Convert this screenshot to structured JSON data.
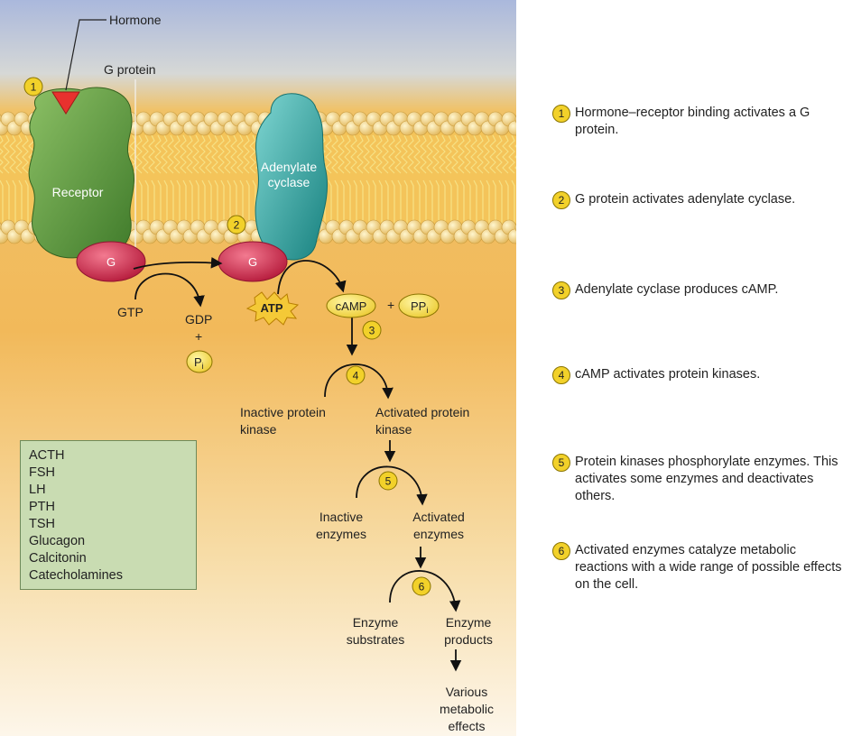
{
  "labels": {
    "hormone": "Hormone",
    "g_protein": "G protein",
    "receptor": "Receptor",
    "adenylate_cyclase": "Adenylate\ncyclase",
    "g_left": "G",
    "g_right": "G",
    "gtp": "GTP",
    "gdp": "GDP",
    "plus1": "+",
    "pi": "Pi",
    "atp": "ATP",
    "camp": "cAMP",
    "plus2": "+",
    "ppi": "PPi",
    "inactive_kinase": "Inactive protein\nkinase",
    "activated_kinase": "Activated protein\nkinase",
    "inactive_enzymes": "Inactive\nenzymes",
    "activated_enzymes": "Activated\nenzymes",
    "enzyme_substrates": "Enzyme\nsubstrates",
    "enzyme_products": "Enzyme\nproducts",
    "various_effects": "Various\nmetabolic\neffects"
  },
  "diagram_numbers": [
    "1",
    "2",
    "3",
    "4",
    "5",
    "6"
  ],
  "hormones": [
    "ACTH",
    "FSH",
    "LH",
    "PTH",
    "TSH",
    "Glucagon",
    "Calcitonin",
    "Catecholamines"
  ],
  "steps": [
    {
      "num": "1",
      "text": "Hormone–receptor binding activates a G protein."
    },
    {
      "num": "2",
      "text": "G protein activates adenylate cyclase."
    },
    {
      "num": "3",
      "text": "Adenylate cyclase produces cAMP."
    },
    {
      "num": "4",
      "text": "cAMP activates protein kinases."
    },
    {
      "num": "5",
      "text": "Protein kinases phosphorylate enzymes. This activates some enzymes and deactivates others."
    },
    {
      "num": "6",
      "text": "Activated enzymes catalyze metabolic reactions with a wide range of possible effects on the cell."
    }
  ],
  "colors": {
    "extracellular": "#b8c6e2",
    "cytoplasm": "#f2b955",
    "receptor": "#5e9a3c",
    "adenylate_cyclase": "#2fa9a6",
    "g_protein": "#d0294b",
    "number_badge": "#f2d12a",
    "hormone_box": "#c9dcb2"
  }
}
